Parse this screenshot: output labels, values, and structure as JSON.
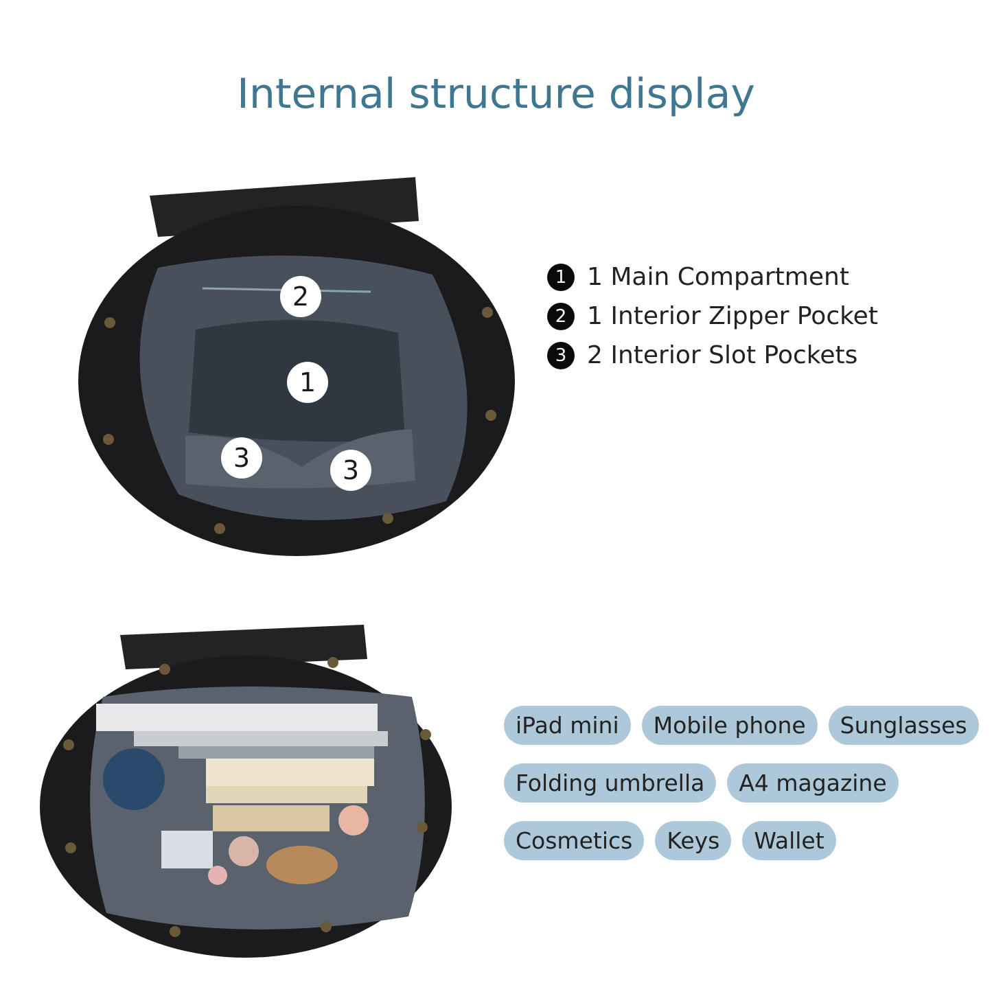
{
  "title": "Internal structure display",
  "features": [
    {
      "badge": "1",
      "text": "1 Main Compartment"
    },
    {
      "badge": "2",
      "text": "1 Interior Zipper Pocket"
    },
    {
      "badge": "3",
      "text": "2 Interior Slot Pockets"
    }
  ],
  "photo_top": {
    "markers": [
      "2",
      "1",
      "3",
      "3"
    ]
  },
  "tags": [
    [
      "iPad mini",
      "Mobile phone",
      "Sunglasses"
    ],
    [
      "Folding umbrella",
      "A4 magazine"
    ],
    [
      "Cosmetics",
      "Keys",
      "Wallet"
    ]
  ],
  "colors": {
    "title": "#3f7791",
    "tag_background": "#adc9d9",
    "bag_outer": "#1b1b1d",
    "bag_lining": "#4e5761"
  }
}
